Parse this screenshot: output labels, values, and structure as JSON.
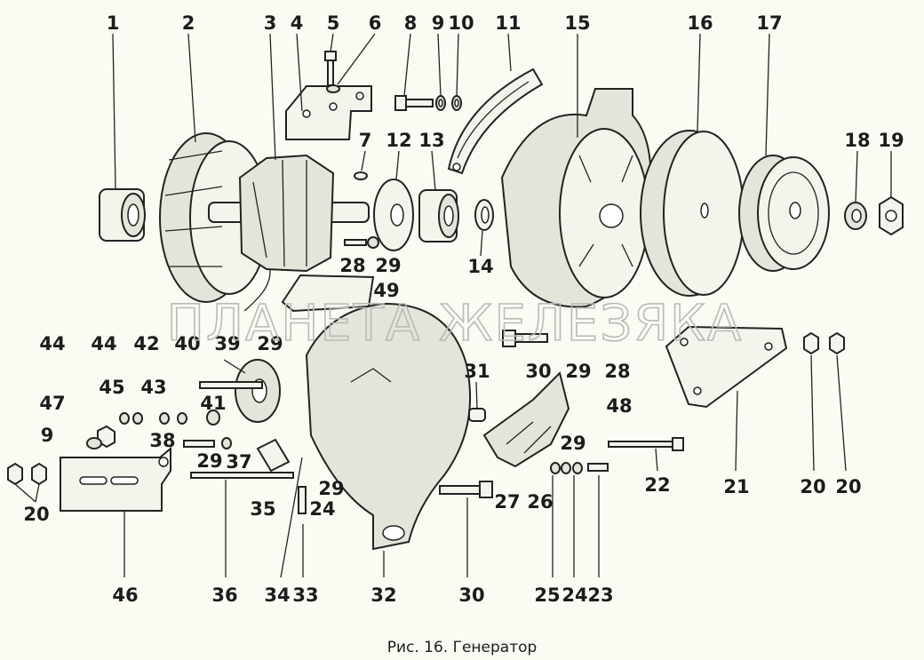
{
  "caption": "Рис. 16. Генератор",
  "watermark": "ПЛАНЕТА ЖЕЛЕЗЯКА",
  "labels": [
    {
      "text": "1"
    },
    {
      "text": "2"
    },
    {
      "text": "3"
    },
    {
      "text": "4"
    },
    {
      "text": "5"
    },
    {
      "text": "6"
    },
    {
      "text": "8"
    },
    {
      "text": "9"
    },
    {
      "text": "10"
    },
    {
      "text": "11"
    },
    {
      "text": "15"
    },
    {
      "text": "16"
    },
    {
      "text": "17"
    },
    {
      "text": "7"
    },
    {
      "text": "12"
    },
    {
      "text": "13"
    },
    {
      "text": "18"
    },
    {
      "text": "19"
    },
    {
      "text": "14"
    },
    {
      "text": "28"
    },
    {
      "text": "29"
    },
    {
      "text": "49"
    },
    {
      "text": "44"
    },
    {
      "text": "44"
    },
    {
      "text": "42"
    },
    {
      "text": "40"
    },
    {
      "text": "39"
    },
    {
      "text": "29"
    },
    {
      "text": "45"
    },
    {
      "text": "43"
    },
    {
      "text": "41"
    },
    {
      "text": "47"
    },
    {
      "text": "9"
    },
    {
      "text": "38"
    },
    {
      "text": "29"
    },
    {
      "text": "37"
    },
    {
      "text": "20"
    },
    {
      "text": "35"
    },
    {
      "text": "29"
    },
    {
      "text": "24"
    },
    {
      "text": "31"
    },
    {
      "text": "30"
    },
    {
      "text": "29"
    },
    {
      "text": "28"
    },
    {
      "text": "48"
    },
    {
      "text": "29"
    },
    {
      "text": "27"
    },
    {
      "text": "26"
    },
    {
      "text": "22"
    },
    {
      "text": "21"
    },
    {
      "text": "20"
    },
    {
      "text": "20"
    },
    {
      "text": "46"
    },
    {
      "text": "36"
    },
    {
      "text": "34"
    },
    {
      "text": "33"
    },
    {
      "text": "32"
    },
    {
      "text": "30"
    },
    {
      "text": "25"
    },
    {
      "text": "24"
    },
    {
      "text": "23"
    }
  ]
}
